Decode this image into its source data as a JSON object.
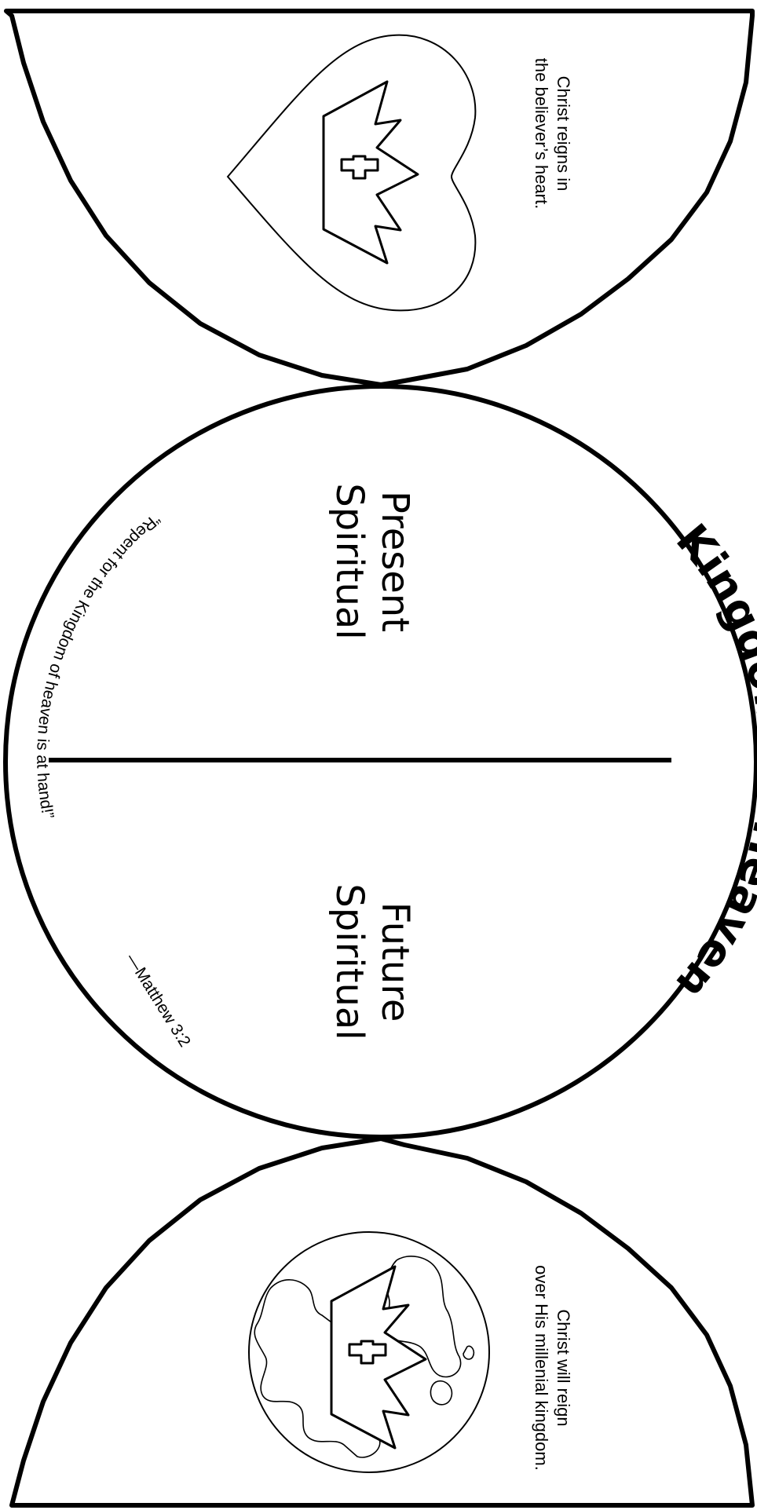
{
  "top_panel": {
    "caption_line1": "Christ reigns in",
    "caption_line2": "the believer’s heart."
  },
  "center_panel": {
    "title": "Kingdom of Heaven",
    "present_line1": "Present",
    "present_line2": "Spiritual",
    "future_line1": "Future",
    "future_line2": "Spiritual",
    "verse": "“Repent for the Kingdom of heaven is at hand!”",
    "reference": "—Matthew 3:2"
  },
  "bottom_panel": {
    "caption_line1": "Christ will reign",
    "caption_line2": "over His millenial kingdom."
  },
  "icons": [
    "heart-icon",
    "crown-icon",
    "cross-icon",
    "globe-icon"
  ]
}
